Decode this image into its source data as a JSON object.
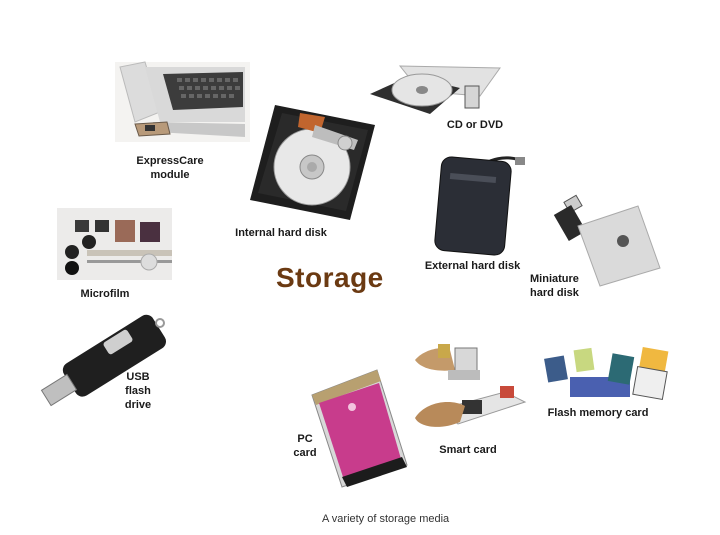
{
  "figure": {
    "title": "Storage",
    "caption": "A variety of storage media",
    "title_color": "#6b3a12",
    "items": [
      {
        "id": "expresscard",
        "label_line1": "ExpressCare",
        "label_line2": "module"
      },
      {
        "id": "internal-hdd",
        "label_line1": "Internal hard disk"
      },
      {
        "id": "cd-dvd",
        "label_line1": "CD or DVD"
      },
      {
        "id": "external-hdd",
        "label_line1": "External hard disk"
      },
      {
        "id": "mini-hdd",
        "label_line1": "Miniature",
        "label_line2": "hard disk"
      },
      {
        "id": "microfilm",
        "label_line1": "Microfilm"
      },
      {
        "id": "usb",
        "label_line1": "USB",
        "label_line2": "flash",
        "label_line3": "drive"
      },
      {
        "id": "pc-card",
        "label_line1": "PC",
        "label_line2": "card"
      },
      {
        "id": "smart-card",
        "label_line1": "Smart card"
      },
      {
        "id": "flash-card",
        "label_line1": "Flash memory card"
      }
    ]
  }
}
